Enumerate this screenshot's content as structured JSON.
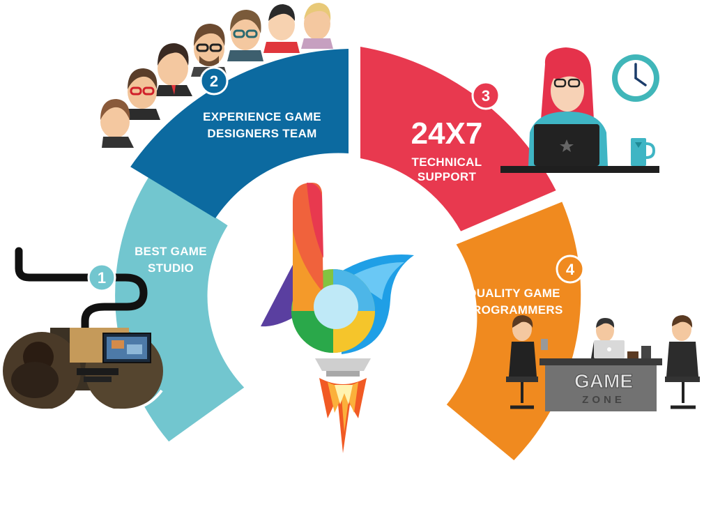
{
  "segments": [
    {
      "number": "1",
      "line1": "BEST GAME",
      "line2": "STUDIO",
      "color": "#72c6cf"
    },
    {
      "number": "2",
      "line1": "EXPERIENCE GAME",
      "line2": "DESIGNERS TEAM",
      "color": "#0c6aa0"
    },
    {
      "number": "3",
      "big": "24X7",
      "line1": "TECHNICAL",
      "line2": "SUPPORT",
      "color": "#e8394f"
    },
    {
      "number": "4",
      "line1": "QUALITY GAME",
      "line2": "PROGRAMMERS",
      "color": "#f08a1f"
    }
  ],
  "game_zone": {
    "line1": "GAME",
    "line2": "ZONE"
  },
  "icons": [
    "gamepad-cable-icon",
    "team-heads-icon",
    "support-agent-icon",
    "wall-clock-icon",
    "coffee-mug-icon",
    "office-desk-icon",
    "laptop-icon",
    "rocket-logo-icon"
  ]
}
